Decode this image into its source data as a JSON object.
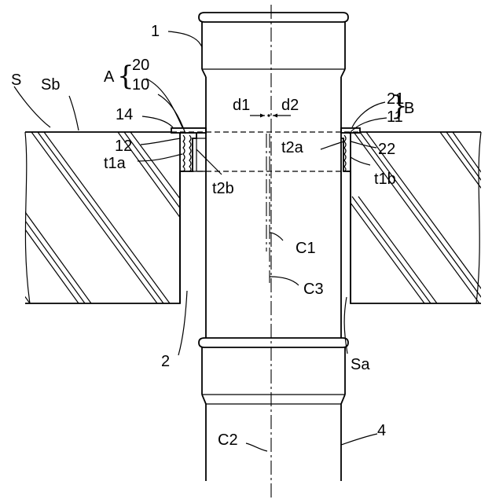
{
  "labels": {
    "pipe_upper": "1",
    "sleeve": "2",
    "pipe_lower": "4",
    "slab": "S",
    "slab_top": "Sb",
    "bore_wall": "Sa",
    "group_a": "A",
    "group_b": "B",
    "a_20": "20",
    "a_10": "10",
    "b_21": "21",
    "b_11": "11",
    "part_14": "14",
    "part_12": "12",
    "part_22": "22",
    "t1a": "t1a",
    "t1b": "t1b",
    "t2a": "t2a",
    "t2b": "t2b",
    "d1": "d1",
    "d2": "d2",
    "c1": "C1",
    "c2": "C2",
    "c3": "C3"
  },
  "icons": {
    "brace_a": "left-curly-brace",
    "brace_b": "right-curly-brace"
  }
}
